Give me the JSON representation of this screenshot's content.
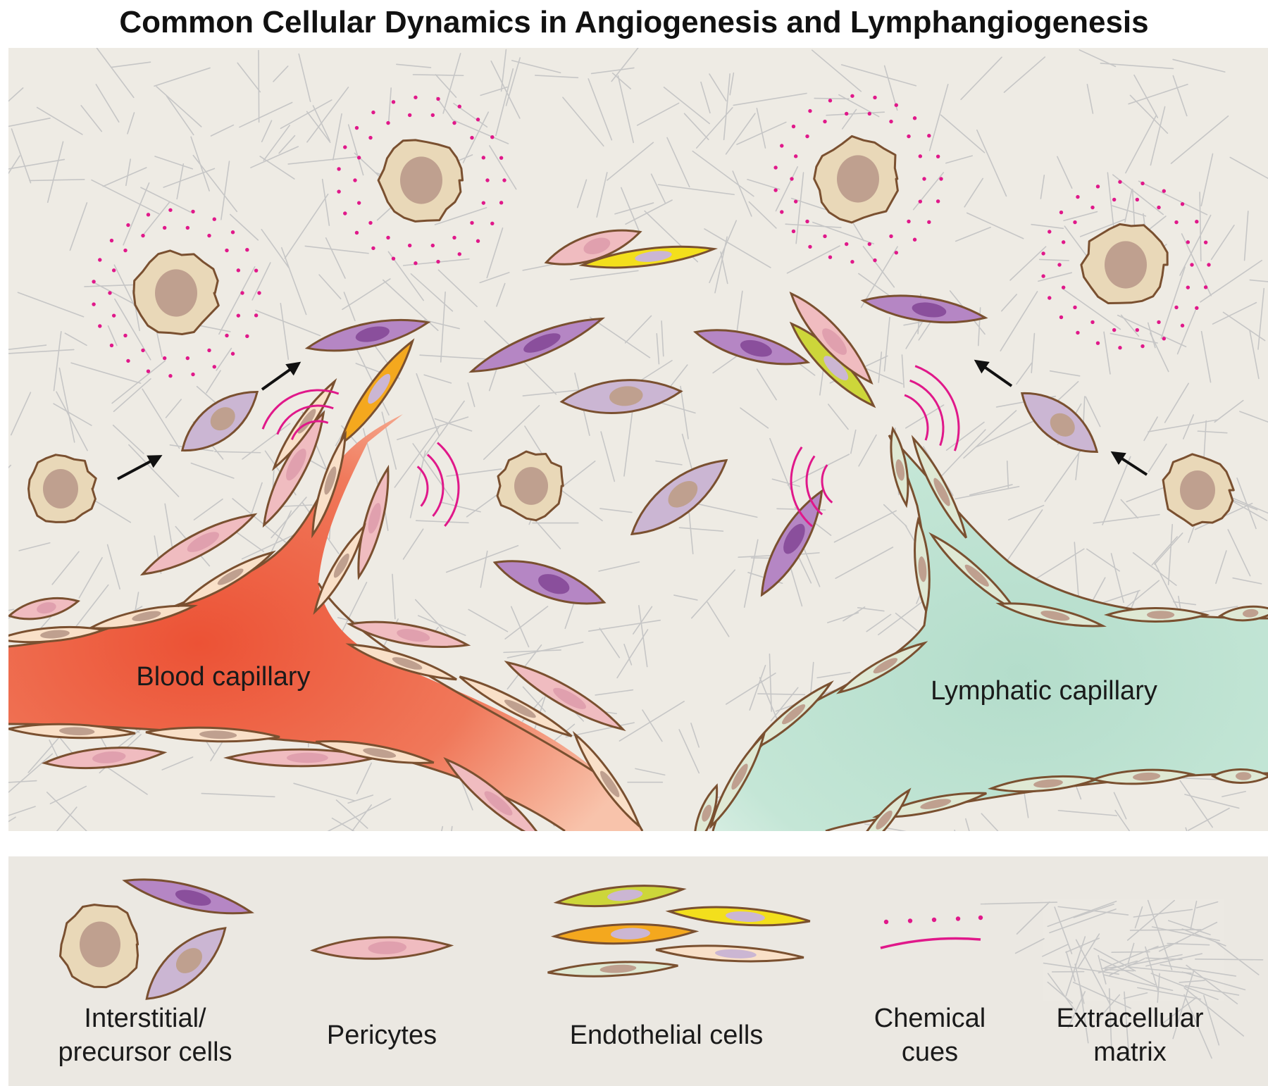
{
  "title": "Common Cellular Dynamics in Angiogenesis and Lymphangiogenesis",
  "vessel_labels": {
    "blood": "Blood capillary",
    "lymphatic": "Lymphatic capillary"
  },
  "legend": {
    "interstitial_line1": "Interstitial/",
    "interstitial_line2": "precursor cells",
    "pericytes": "Pericytes",
    "endothelial": "Endothelial cells",
    "chemical_line1": "Chemical",
    "chemical_line2": "cues",
    "ecm_line1": "Extracellular",
    "ecm_line2": "matrix"
  },
  "colors": {
    "background": "#eeebe4",
    "legend_background": "#ebe8e2",
    "matrix_fiber": "#c6c6c6",
    "blood": "#ee6048",
    "blood_light": "#f7b89c",
    "lymph": "#bfe3d3",
    "cell_outline": "#7a5030",
    "interstitial_cell": "#e9d8b8",
    "interstitial_nucleus": "#bfa08f",
    "pericyte": "#f0bcc0",
    "pericyte_nucleus": "#e0a0ae",
    "fibroblast_purple": "#b586c4",
    "fibroblast_nucleus": "#8a4f9c",
    "fibroblast_lilac": "#cbb6d3",
    "blood_endothelial": "#f9e0c8",
    "tip_cell_orange": "#f4a81e",
    "tip_cell_yellow": "#f3df1c",
    "lymph_tip_lime": "#cdd63a",
    "lymph_endothelial": "#dfe9d4",
    "chemical_cue": "#e0188a",
    "arrow": "#111111"
  }
}
